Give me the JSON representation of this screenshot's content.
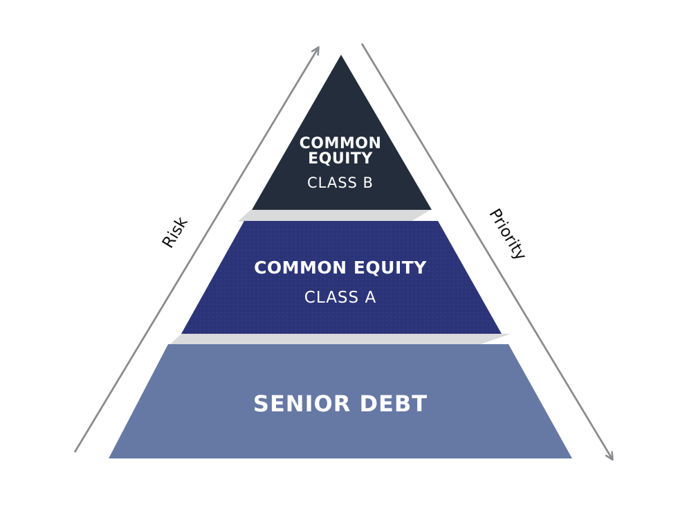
{
  "diagram": {
    "type": "pyramid",
    "subject": "capital structure / seniority stack",
    "axis_labels": {
      "left": "Risk",
      "right": "Priority"
    },
    "tiers": [
      {
        "id": "common-equity-class-b",
        "title_line1": "COMMON",
        "title_line2": "EQUITY",
        "subtitle": "CLASS B",
        "fill": "#232d3c"
      },
      {
        "id": "common-equity-class-a",
        "title": "COMMON EQUITY",
        "subtitle": "CLASS A",
        "fill": "#2b3478"
      },
      {
        "id": "senior-debt",
        "title": "SENIOR DEBT",
        "fill": "#6679a5"
      }
    ],
    "colors": {
      "background": "#ffffff",
      "divider_band": "#d9dadc",
      "arrow": "#8a8c8f",
      "tier_text": "#ffffff",
      "axis_text": "#0f0f0f"
    }
  }
}
